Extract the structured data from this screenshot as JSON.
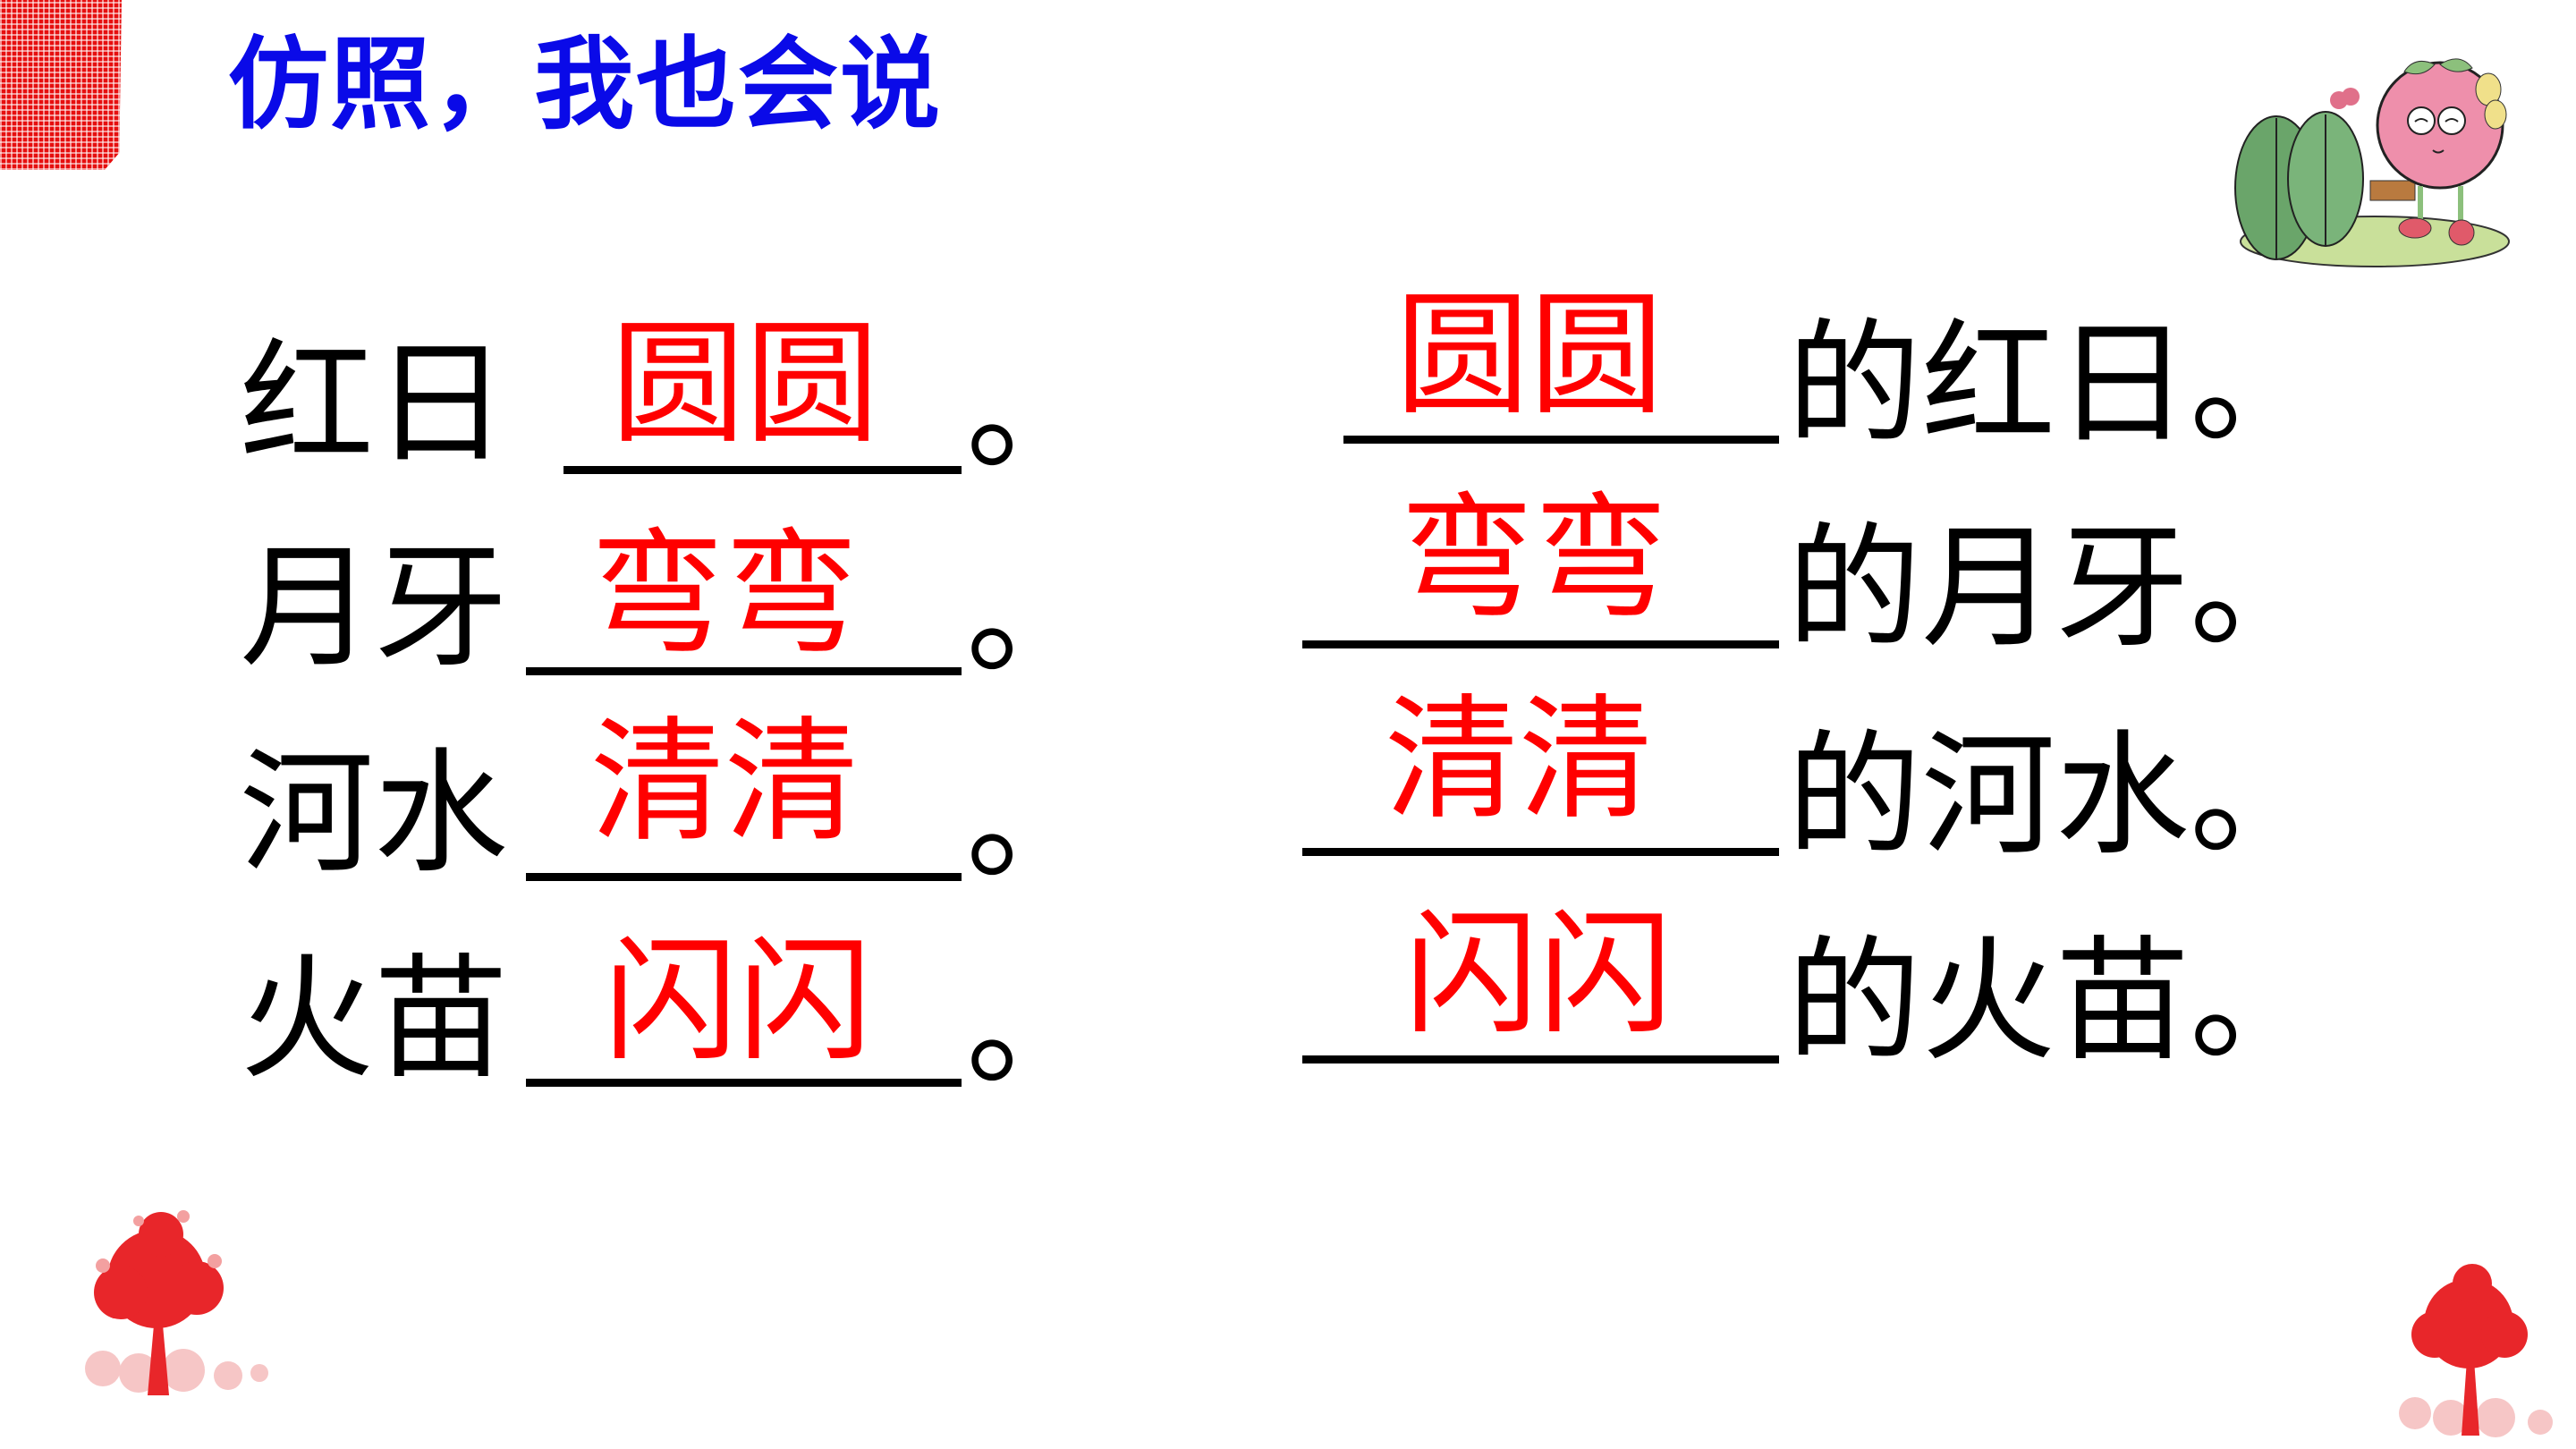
{
  "slide": {
    "title": "仿照，我也会说",
    "accent_colors": {
      "title": "#0a0ae8",
      "answer": "#ff0000",
      "text": "#000000",
      "decor": "#e60f0f"
    }
  },
  "left_column": {
    "rows": [
      {
        "subject": "红日",
        "answer": "圆圆",
        "end": "。"
      },
      {
        "subject": "月牙",
        "answer": "弯弯",
        "end": "。"
      },
      {
        "subject": "河水",
        "answer": "清清",
        "end": "。"
      },
      {
        "subject": "火苗",
        "answer": "闪闪",
        "end": "。"
      }
    ]
  },
  "right_column": {
    "rows": [
      {
        "answer": "圆圆",
        "phrase": "的红日。"
      },
      {
        "answer": "弯弯",
        "phrase": "的月牙。"
      },
      {
        "answer": "清清",
        "phrase": "的河水。"
      },
      {
        "answer": "闪闪",
        "phrase": "的火苗。"
      }
    ]
  },
  "decorations": {
    "mascot": "apple-girl-cartoon",
    "trees": [
      "red-tree-left",
      "red-tree-right"
    ],
    "corner": "red-checkered-tab"
  }
}
